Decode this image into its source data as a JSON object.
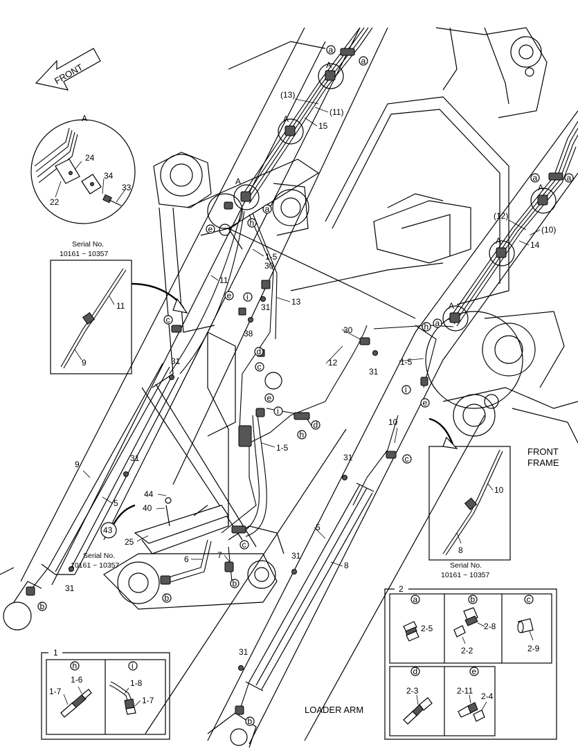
{
  "direction_arrow": "FRONT",
  "detail_a": {
    "title": "A",
    "labels": [
      "24",
      "34",
      "33",
      "22"
    ]
  },
  "serial_boxes": [
    {
      "title": "Serial No.",
      "range": "10161 ~ 10357",
      "labels": [
        "11",
        "9"
      ]
    },
    {
      "title": "Serial No.",
      "range": "10161 ~ 10357",
      "labels": [
        "10",
        "8"
      ]
    },
    {
      "title": "Serial No.",
      "range": "10161 ~ 10357"
    }
  ],
  "front_frame_label": [
    "FRONT",
    "FRAME"
  ],
  "loader_arm_label": "LOADER ARM",
  "callout_letters": [
    "a",
    "a",
    "a",
    "a",
    "b",
    "b",
    "b",
    "b",
    "c",
    "c",
    "c",
    "c",
    "d",
    "d",
    "e",
    "e",
    "e",
    "e",
    "h",
    "h",
    "h",
    "i",
    "i",
    "i"
  ],
  "part_numbers": [
    "(13)",
    "(11)",
    "15",
    "(12)",
    "(10)",
    "14",
    "1-5",
    "1-5",
    "1-5",
    "11",
    "13",
    "30",
    "30",
    "31",
    "31",
    "31",
    "31",
    "31",
    "31",
    "31",
    "31",
    "38",
    "12",
    "10",
    "9",
    "5",
    "5",
    "8",
    "44",
    "40",
    "25",
    "43",
    "6",
    "7",
    "A",
    "A",
    "A",
    "A",
    "A",
    "A"
  ],
  "kit_1": {
    "title": "1",
    "cells": [
      {
        "letter": "h",
        "labels": [
          "1-6",
          "1-7"
        ]
      },
      {
        "letter": "i",
        "labels": [
          "1-8",
          "1-7"
        ]
      }
    ]
  },
  "kit_2": {
    "title": "2",
    "cells": [
      {
        "letter": "a",
        "labels": [
          "2-5"
        ]
      },
      {
        "letter": "b",
        "labels": [
          "2-8",
          "2-2"
        ]
      },
      {
        "letter": "c",
        "labels": [
          "2-9"
        ]
      },
      {
        "letter": "d",
        "labels": [
          "2-3"
        ]
      },
      {
        "letter": "e",
        "labels": [
          "2-11",
          "2-4"
        ]
      }
    ]
  }
}
